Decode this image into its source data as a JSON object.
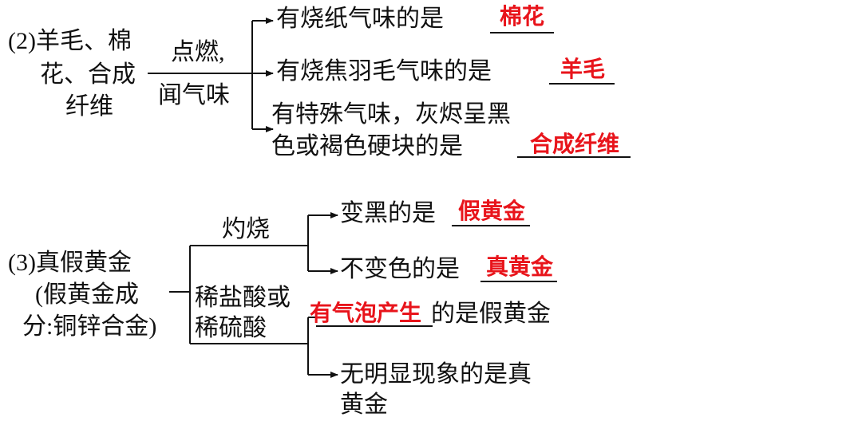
{
  "q2": {
    "number": "(2)",
    "subject_lines": [
      "羊毛、棉",
      "花、合成",
      "纤维"
    ],
    "method_top": "点燃,",
    "method_bottom": "闻气味",
    "branches": [
      {
        "prompt": "有烧纸气味的是",
        "answer": "棉花"
      },
      {
        "prompt": "有烧焦羽毛气味的是",
        "answer": "羊毛"
      },
      {
        "prompt_line1": "有特殊气味，灰烬呈黑",
        "prompt_line2": "色或褐色硬块的是",
        "answer": "合成纤维"
      }
    ]
  },
  "q3": {
    "title": "(3)真假黄金",
    "note_line1": "(假黄金成",
    "note_line2": "分:铜锌合金)",
    "method1": "灼烧",
    "method2_line1": "稀盐酸或",
    "method2_line2": "稀硫酸",
    "branches": [
      {
        "prompt": "变黑的是",
        "answer": "假黄金"
      },
      {
        "prompt": "不变色的是",
        "answer": "真黄金"
      },
      {
        "answer": "有气泡产生",
        "suffix": "的是假黄金"
      },
      {
        "line1": "无明显现象的是真",
        "line2": "黄金"
      }
    ]
  },
  "colors": {
    "text": "#111111",
    "answer": "#e8141b"
  }
}
